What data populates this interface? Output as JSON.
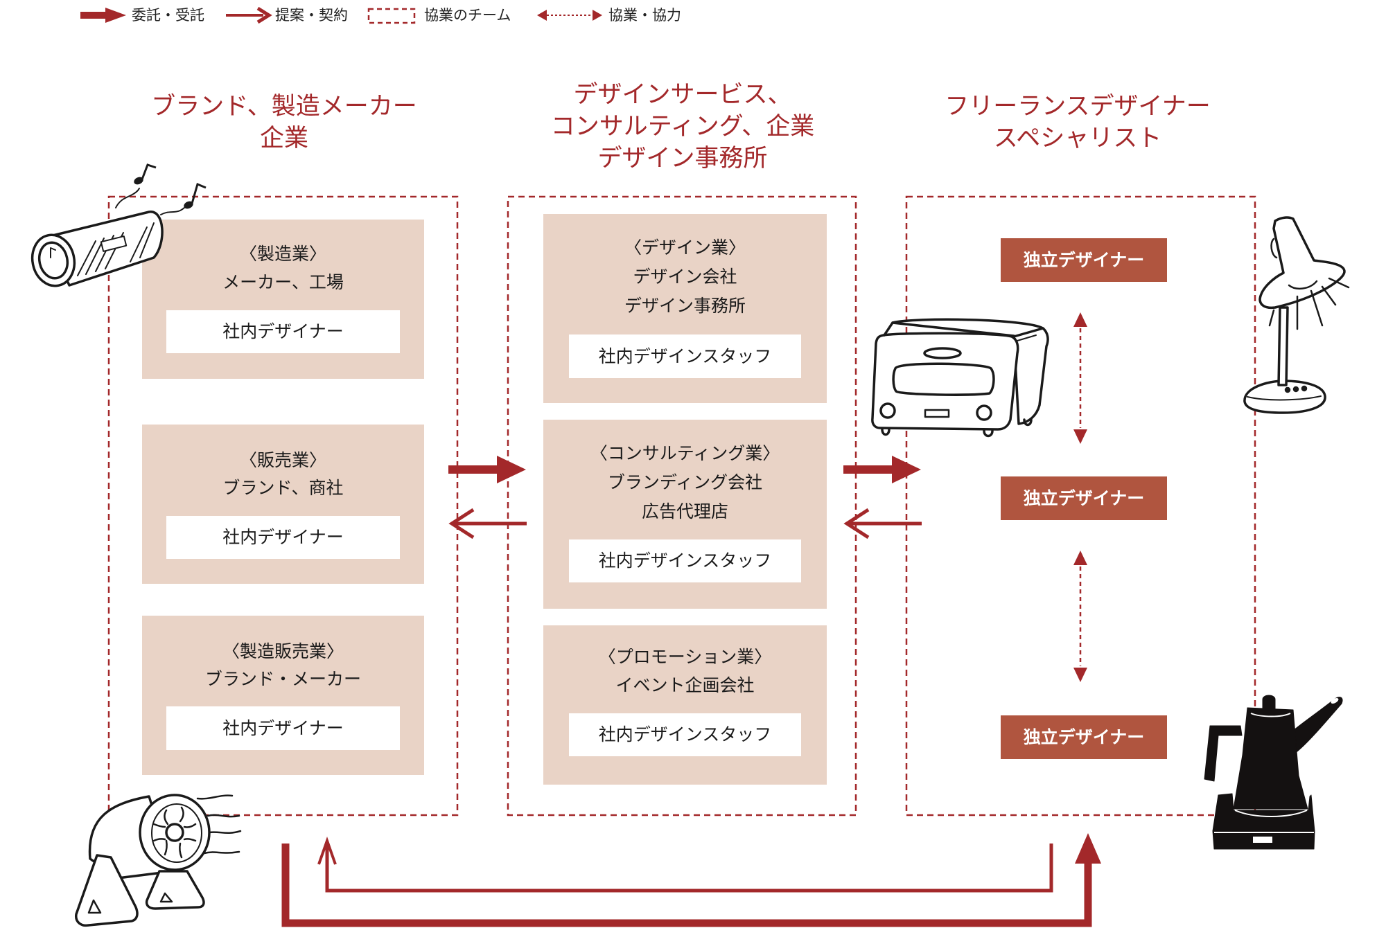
{
  "legend": {
    "items": [
      {
        "icon": "filled-arrow-icon",
        "label": "委託・受託"
      },
      {
        "icon": "outline-arrow-icon",
        "label": "提案・契約"
      },
      {
        "icon": "dashed-box-icon",
        "label": "協業のチーム"
      },
      {
        "icon": "dotted-double-arrow-icon",
        "label": "協業・協力"
      }
    ]
  },
  "colors": {
    "accent_red": "#a3282a",
    "panel_beige": "#e9d3c6",
    "independent_box": "#b0553f"
  },
  "columns": {
    "brand": {
      "title_lines": [
        "ブランド、製造メーカー",
        "企業"
      ],
      "panels": [
        {
          "heading": "〈製造業〉",
          "lines": [
            "メーカー、工場"
          ],
          "inhouse": "社内デザイナー"
        },
        {
          "heading": "〈販売業〉",
          "lines": [
            "ブランド、商社"
          ],
          "inhouse": "社内デザイナー"
        },
        {
          "heading": "〈製造販売業〉",
          "lines": [
            "ブランド・メーカー"
          ],
          "inhouse": "社内デザイナー"
        }
      ]
    },
    "service": {
      "title_lines": [
        "デザインサービス、",
        "コンサルティング、企業",
        "デザイン事務所"
      ],
      "panels": [
        {
          "heading": "〈デザイン業〉",
          "lines": [
            "デザイン会社",
            "デザイン事務所"
          ],
          "inhouse": "社内デザインスタッフ"
        },
        {
          "heading": "〈コンサルティング業〉",
          "lines": [
            "ブランディング会社",
            "広告代理店"
          ],
          "inhouse": "社内デザインスタッフ"
        },
        {
          "heading": "〈プロモーション業〉",
          "lines": [
            "イベント企画会社"
          ],
          "inhouse": "社内デザインスタッフ"
        }
      ]
    },
    "freelance": {
      "title_lines": [
        "フリーランスデザイナー",
        "スペシャリスト"
      ],
      "designers": [
        "独立デザイナー",
        "独立デザイナー",
        "独立デザイナー"
      ]
    }
  },
  "illustrations": [
    "speaker-illustration",
    "fan-illustration",
    "toaster-illustration",
    "desk-lamp-illustration",
    "kettle-illustration"
  ]
}
